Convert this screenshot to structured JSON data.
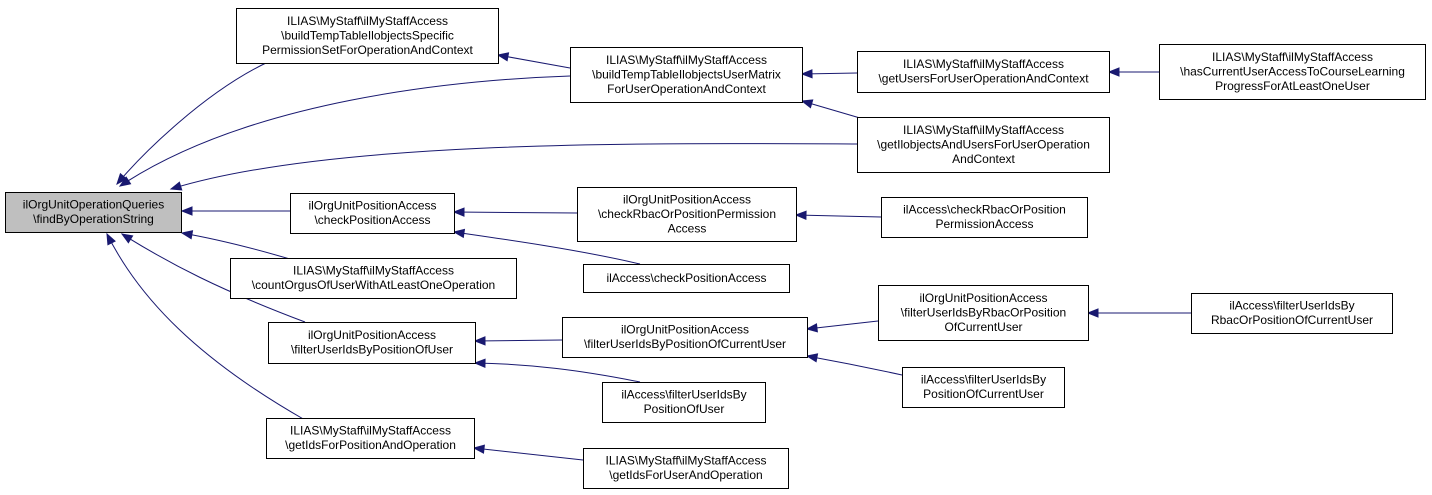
{
  "diagram": {
    "nodes": [
      {
        "id": "root",
        "root": true,
        "lines": [
          "ilOrgUnitOperationQueries",
          "\\findByOperationString"
        ]
      },
      {
        "id": "n1",
        "lines": [
          "ILIAS\\MyStaff\\ilMyStaffAccess",
          "\\buildTempTableIlobjectsSpecific",
          "PermissionSetForOperationAndContext"
        ]
      },
      {
        "id": "n2",
        "lines": [
          "ILIAS\\MyStaff\\ilMyStaffAccess",
          "\\buildTempTableIlobjectsUserMatrix",
          "ForUserOperationAndContext"
        ]
      },
      {
        "id": "n3",
        "lines": [
          "ILIAS\\MyStaff\\ilMyStaffAccess",
          "\\getUsersForUserOperationAndContext"
        ]
      },
      {
        "id": "n4",
        "lines": [
          "ILIAS\\MyStaff\\ilMyStaffAccess",
          "\\hasCurrentUserAccessToCourseLearning",
          "ProgressForAtLeastOneUser"
        ]
      },
      {
        "id": "n5",
        "lines": [
          "ILIAS\\MyStaff\\ilMyStaffAccess",
          "\\getIlobjectsAndUsersForUserOperation",
          "AndContext"
        ]
      },
      {
        "id": "n6",
        "lines": [
          "ilOrgUnitPositionAccess",
          "\\checkPositionAccess"
        ]
      },
      {
        "id": "n7",
        "lines": [
          "ilOrgUnitPositionAccess",
          "\\checkRbacOrPositionPermission",
          "Access"
        ]
      },
      {
        "id": "n8",
        "lines": [
          "ilAccess\\checkRbacOrPosition",
          "PermissionAccess"
        ]
      },
      {
        "id": "n9",
        "lines": [
          "ilAccess\\checkPositionAccess"
        ]
      },
      {
        "id": "n10",
        "lines": [
          "ILIAS\\MyStaff\\ilMyStaffAccess",
          "\\countOrgusOfUserWithAtLeastOneOperation"
        ]
      },
      {
        "id": "n11",
        "lines": [
          "ilOrgUnitPositionAccess",
          "\\filterUserIdsByPositionOfUser"
        ]
      },
      {
        "id": "n12",
        "lines": [
          "ilOrgUnitPositionAccess",
          "\\filterUserIdsByPositionOfCurrentUser"
        ]
      },
      {
        "id": "n13",
        "lines": [
          "ilOrgUnitPositionAccess",
          "\\filterUserIdsByRbacOrPosition",
          "OfCurrentUser"
        ]
      },
      {
        "id": "n14",
        "lines": [
          "ilAccess\\filterUserIdsBy",
          "RbacOrPositionOfCurrentUser"
        ]
      },
      {
        "id": "n15",
        "lines": [
          "ilAccess\\filterUserIdsBy",
          "PositionOfCurrentUser"
        ]
      },
      {
        "id": "n16",
        "lines": [
          "ilAccess\\filterUserIdsBy",
          "PositionOfUser"
        ]
      },
      {
        "id": "n17",
        "lines": [
          "ILIAS\\MyStaff\\ilMyStaffAccess",
          "\\getIdsForPositionAndOperation"
        ]
      },
      {
        "id": "n18",
        "lines": [
          "ILIAS\\MyStaff\\ilMyStaffAccess",
          "\\getIdsForUserAndOperation"
        ]
      }
    ],
    "edges": [
      {
        "from": "n1",
        "to": "root"
      },
      {
        "from": "n2",
        "to": "root"
      },
      {
        "from": "n5",
        "to": "root"
      },
      {
        "from": "n6",
        "to": "root"
      },
      {
        "from": "n10",
        "to": "root"
      },
      {
        "from": "n11",
        "to": "root"
      },
      {
        "from": "n17",
        "to": "root"
      },
      {
        "from": "n2",
        "to": "n1"
      },
      {
        "from": "n3",
        "to": "n2"
      },
      {
        "from": "n5",
        "to": "n2"
      },
      {
        "from": "n4",
        "to": "n3"
      },
      {
        "from": "n7",
        "to": "n6"
      },
      {
        "from": "n9",
        "to": "n6"
      },
      {
        "from": "n8",
        "to": "n7"
      },
      {
        "from": "n12",
        "to": "n11"
      },
      {
        "from": "n16",
        "to": "n11"
      },
      {
        "from": "n13",
        "to": "n12"
      },
      {
        "from": "n15",
        "to": "n12"
      },
      {
        "from": "n14",
        "to": "n13"
      },
      {
        "from": "n18",
        "to": "n17"
      }
    ],
    "colors": {
      "edge": "#191970",
      "root_fill": "#bfbfbf",
      "node_fill": "#ffffff",
      "border": "#000000"
    }
  }
}
